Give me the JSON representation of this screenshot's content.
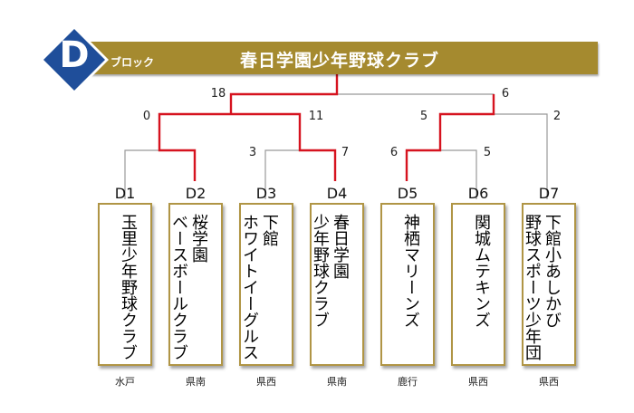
{
  "header": {
    "block_letter": "D",
    "block_label": "ブロック",
    "winner": "春日学園少年野球クラブ",
    "colors": {
      "banner": "#a58a2f",
      "diamond": "#1f4e9a",
      "win_line": "#d6131f",
      "lose_line": "#999999"
    }
  },
  "scores": {
    "final_left": "18",
    "final_right": "6",
    "semi_left_a": "0",
    "semi_left_b": "11",
    "semi_right_a": "5",
    "semi_right_b": "2",
    "q1_a": "3",
    "q1_b": "7",
    "q2_a": "6",
    "q2_b": "5"
  },
  "teams": [
    {
      "code": "D1",
      "name": "玉里少年野球クラブ",
      "region": "水戸"
    },
    {
      "code": "D2",
      "name": "桜学園\nベースボールクラブ",
      "region": "県南"
    },
    {
      "code": "D3",
      "name": "下館\nホワイトイーグルス",
      "region": "県西"
    },
    {
      "code": "D4",
      "name": "春日学園\n少年野球クラブ",
      "region": "県南"
    },
    {
      "code": "D5",
      "name": "神栖マリーンズ",
      "region": "鹿行"
    },
    {
      "code": "D6",
      "name": "関城ムテキンズ",
      "region": "県西"
    },
    {
      "code": "D7",
      "name": "下館小あしかび\n野球スポーツ少年団",
      "region": "県西"
    }
  ]
}
